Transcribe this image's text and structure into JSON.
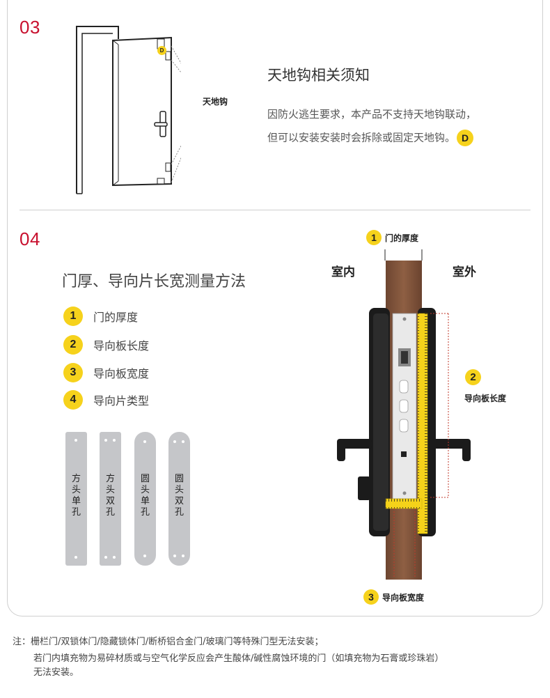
{
  "section03": {
    "number": "03",
    "title": "天地钩相关须知",
    "line1": "因防火逃生要求，本产品不支持天地钩联动，",
    "line2": "但可以安装安装时会拆除或固定天地钩。",
    "badge": "D",
    "door_callout": "天地钩",
    "door_badge": "D"
  },
  "section04": {
    "number": "04",
    "title": "门厚、导向片长宽测量方法",
    "items": [
      {
        "num": "1",
        "label": "门的厚度"
      },
      {
        "num": "2",
        "label": "导向板长度"
      },
      {
        "num": "3",
        "label": "导向板宽度"
      },
      {
        "num": "4",
        "label": "导向片类型"
      }
    ],
    "plates": [
      {
        "label": "方头单孔"
      },
      {
        "label": "方头双孔"
      },
      {
        "label": "圆头单孔"
      },
      {
        "label": "圆头双孔"
      }
    ],
    "diagram": {
      "indoor": "室内",
      "outdoor": "室外",
      "m1": {
        "num": "1",
        "label": "门的厚度"
      },
      "m2": {
        "num": "2",
        "label": "导向板长度"
      },
      "m3": {
        "num": "3",
        "label": "导向板宽度"
      }
    }
  },
  "notes": {
    "line1": "注：栅栏门/双锁体门/隐藏锁体门/断桥铝合金门/玻璃门等特殊门型无法安装；",
    "line2": "若门内填充物为易碎材质或与空气化学反应会产生酸体/碱性腐蚀环境的门（如填充物为石膏或珍珠岩）",
    "line3": "无法安装。"
  },
  "colors": {
    "accent_red": "#c8102e",
    "badge_yellow": "#f6d21c",
    "wood": "#8a5c40"
  }
}
